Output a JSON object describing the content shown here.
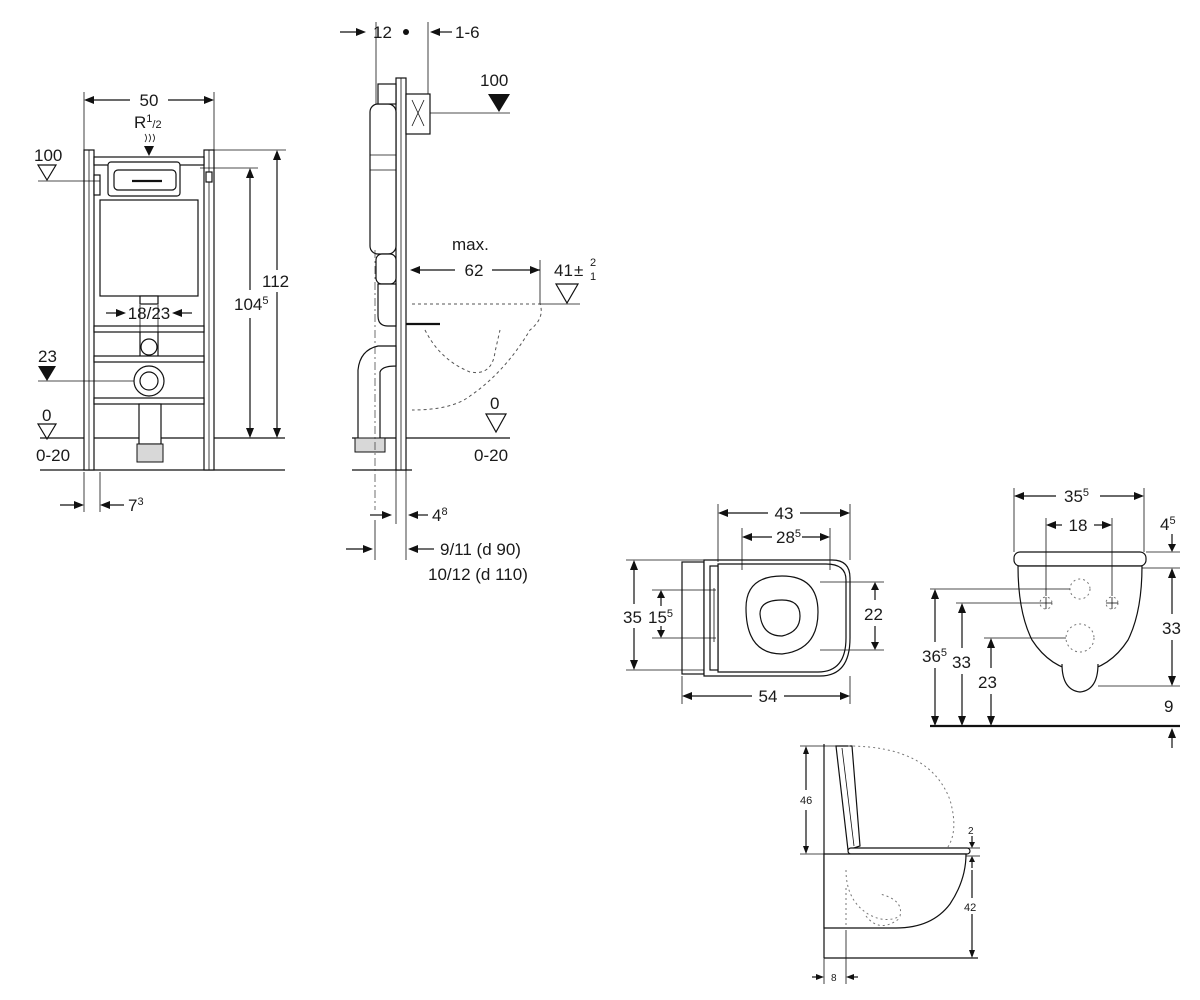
{
  "frame_front": {
    "width": "50",
    "supply": "R",
    "supply_sup": "1",
    "supply_sub": "/2",
    "level_100": "100",
    "level_23": "23",
    "level_0": "0",
    "range_0_20": "0-20",
    "height_112": "112",
    "height_104": "104",
    "height_104_sup": "5",
    "spacing_18_23": "18/23",
    "offset_7": "7",
    "offset_7_sup": "3"
  },
  "frame_side": {
    "dim_12": "12",
    "dim_1_6": "1-6",
    "level_100": "100",
    "max_label": "max.",
    "dim_62": "62",
    "dim_41": "41",
    "tol_plus": "2",
    "tol_minus": "1",
    "level_0": "0",
    "range_0_20": "0-20",
    "dim_4": "4",
    "dim_4_sup": "8",
    "pipe_d90": "9/11 (d 90)",
    "pipe_d110": "10/12 (d 110)"
  },
  "bowl_top": {
    "width_43": "43",
    "width_28": "28",
    "width_28_sup": "5",
    "height_35": "35",
    "height_15": "15",
    "height_15_sup": "5",
    "height_22": "22",
    "length_54": "54"
  },
  "bowl_rear": {
    "width_35": "35",
    "width_35_sup": "5",
    "spacing_18": "18",
    "dim_4": "4",
    "dim_4_sup": "5",
    "height_33_right": "33",
    "height_36": "36",
    "height_36_sup": "5",
    "height_33_left": "33",
    "height_23": "23",
    "dim_9": "9"
  },
  "bowl_side": {
    "height_46": "46",
    "gap_2": "2",
    "height_42": "42",
    "offset_8": "8"
  }
}
